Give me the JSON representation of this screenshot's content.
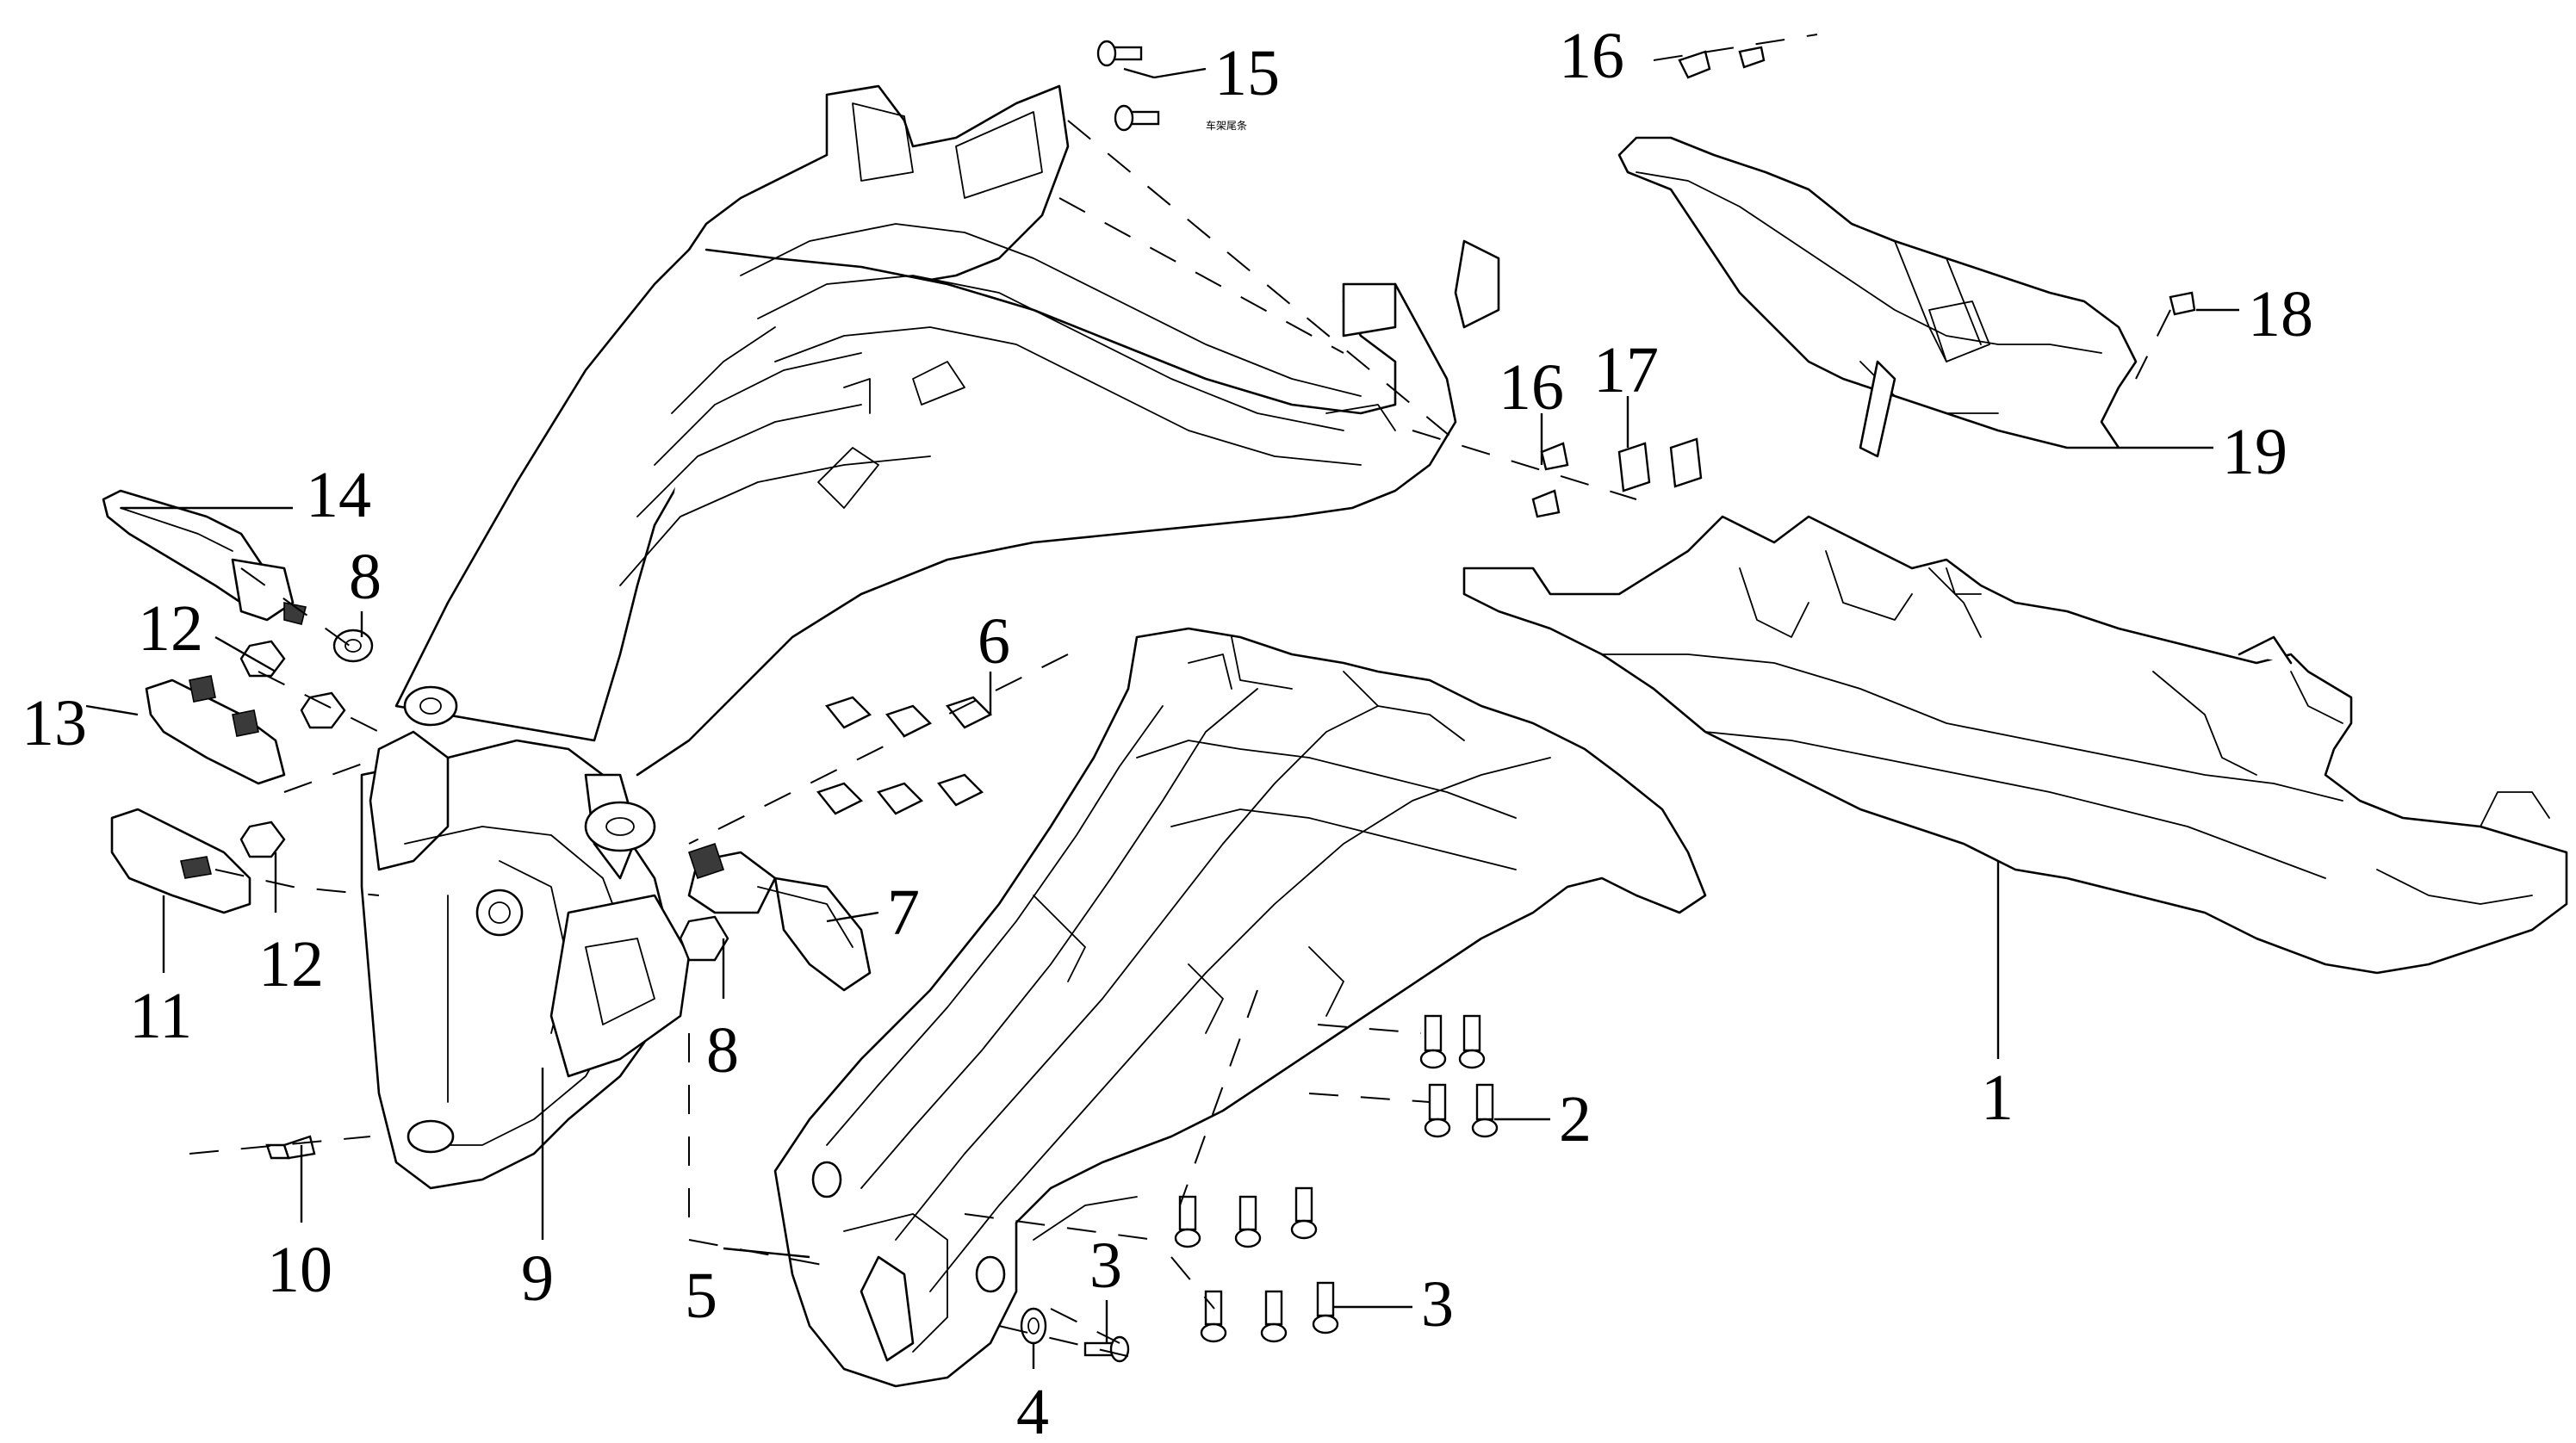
{
  "diagram": {
    "type": "exploded-parts-diagram",
    "line_color": "#000000",
    "background": "#ffffff",
    "callouts": {
      "c1": "1",
      "c2": "2",
      "c3a": "3",
      "c3b": "3",
      "c4": "4",
      "c5": "5",
      "c6": "6",
      "c7": "7",
      "c8a": "8",
      "c8b": "8",
      "c9": "9",
      "c10": "10",
      "c11": "11",
      "c12a": "12",
      "c12b": "12",
      "c13": "13",
      "c14": "14",
      "c15": "15",
      "c16a": "16",
      "c16b": "16",
      "c17": "17",
      "c18": "18",
      "c19": "19"
    },
    "small_note": "车架尾条"
  }
}
